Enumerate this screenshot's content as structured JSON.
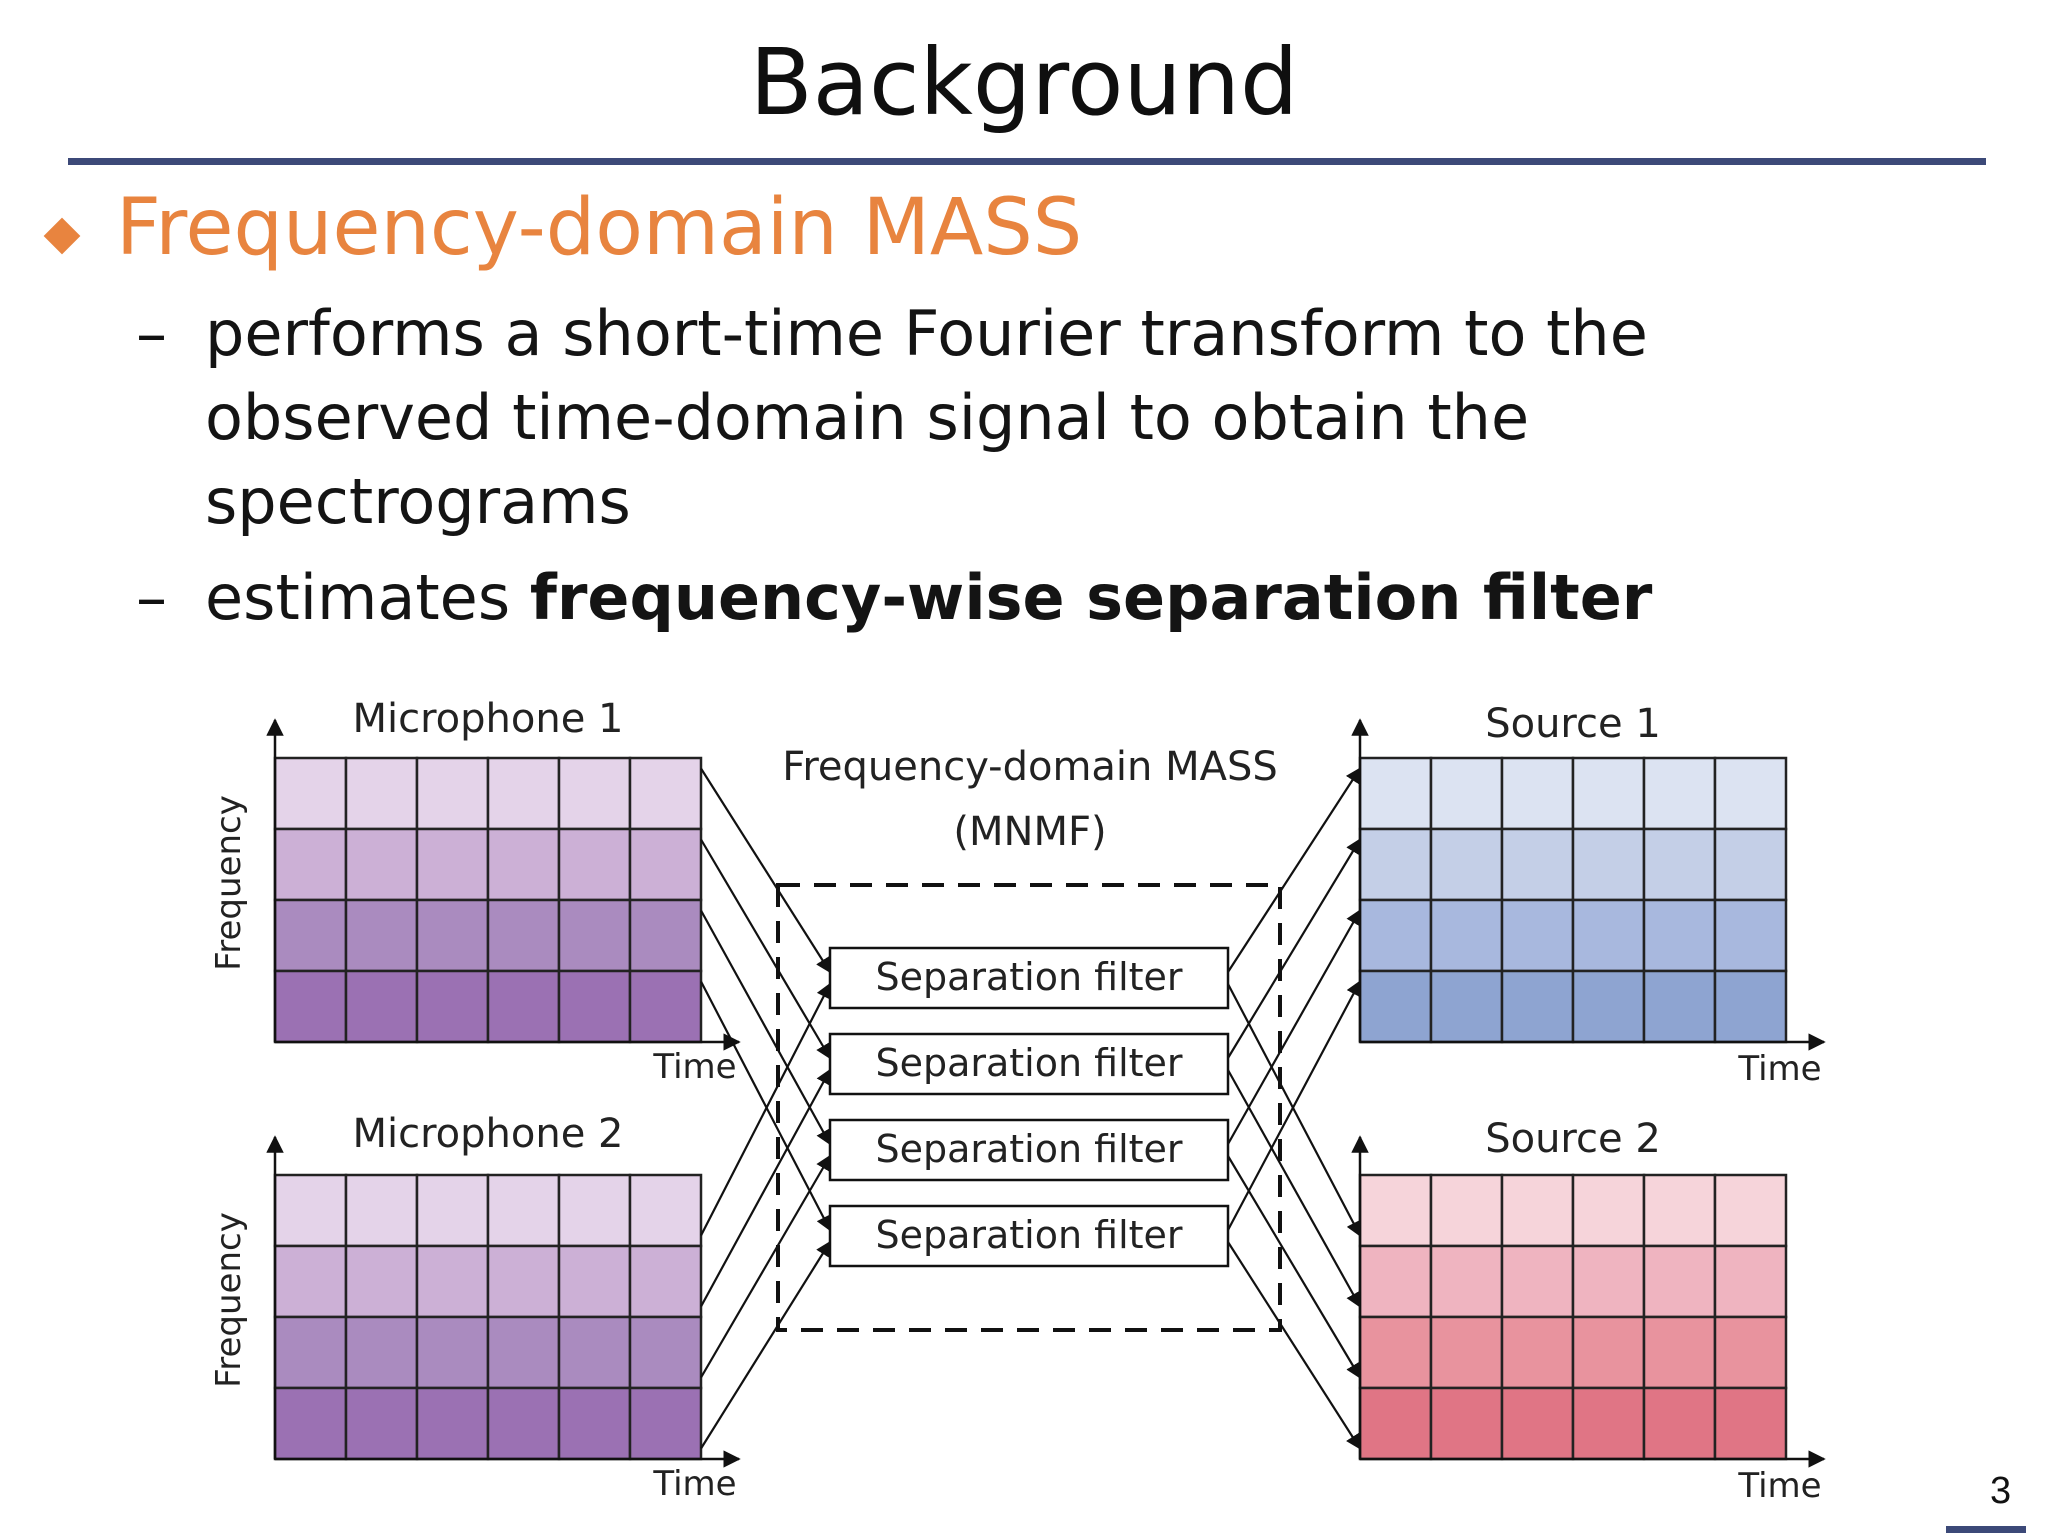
{
  "slide": {
    "title": "Background",
    "heading": "Frequency-domain MASS",
    "bullets": [
      {
        "text": "performs a short-time Fourier transform to the observed time-domain signal to obtain the spectrograms"
      },
      {
        "prefix": "estimates ",
        "bold": "frequency-wise separation filter"
      }
    ],
    "page_number": "3"
  },
  "diagram": {
    "center_title_line1": "Frequency-domain MASS",
    "center_title_line2": "(MNMF)",
    "filter_label": "Separation filter",
    "filter_count": 4,
    "axis_frequency": "Frequency",
    "axis_time": "Time",
    "grid": {
      "rows": 4,
      "cols": 6
    },
    "inputs": [
      {
        "label": "Microphone 1",
        "row_colors": [
          "#e4d3e9",
          "#ccb0d6",
          "#aa8bbf",
          "#9b71b3"
        ]
      },
      {
        "label": "Microphone 2",
        "row_colors": [
          "#e4d3e9",
          "#ccb0d6",
          "#aa8bbf",
          "#9b71b3"
        ]
      }
    ],
    "outputs": [
      {
        "label": "Source 1",
        "row_colors": [
          "#dce3f2",
          "#c4cfe7",
          "#a8b8de",
          "#8ea4d1"
        ]
      },
      {
        "label": "Source 2",
        "row_colors": [
          "#f6d4da",
          "#efb4c0",
          "#e8939e",
          "#e07585"
        ]
      }
    ],
    "colors": {
      "accent": "#e8843f",
      "rule": "#3c4978",
      "grid_line": "#222222"
    }
  }
}
